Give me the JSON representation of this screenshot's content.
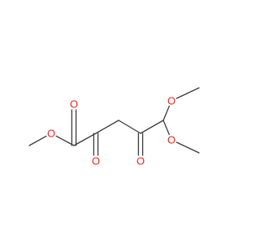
{
  "molecule": {
    "atoms": [
      {
        "id": "c_me1",
        "element": "C",
        "label": ""
      },
      {
        "id": "o_ester",
        "element": "O",
        "label": "O"
      },
      {
        "id": "c1",
        "element": "C",
        "label": ""
      },
      {
        "id": "o1",
        "element": "O",
        "label": "O"
      },
      {
        "id": "c2",
        "element": "C",
        "label": ""
      },
      {
        "id": "o2",
        "element": "O",
        "label": "O"
      },
      {
        "id": "c3",
        "element": "C",
        "label": ""
      },
      {
        "id": "c4",
        "element": "C",
        "label": ""
      },
      {
        "id": "o4",
        "element": "O",
        "label": "O"
      },
      {
        "id": "c5",
        "element": "C",
        "label": ""
      },
      {
        "id": "o5a",
        "element": "O",
        "label": "O"
      },
      {
        "id": "c_me2",
        "element": "C",
        "label": ""
      },
      {
        "id": "o5b",
        "element": "O",
        "label": "O"
      },
      {
        "id": "c_me3",
        "element": "C",
        "label": ""
      }
    ],
    "bonds": [
      {
        "a": "c_me1",
        "b": "o_ester",
        "order": 1
      },
      {
        "a": "o_ester",
        "b": "c1",
        "order": 1
      },
      {
        "a": "c1",
        "b": "o1",
        "order": 2
      },
      {
        "a": "c1",
        "b": "c2",
        "order": 1
      },
      {
        "a": "c2",
        "b": "o2",
        "order": 2
      },
      {
        "a": "c2",
        "b": "c3",
        "order": 1
      },
      {
        "a": "c3",
        "b": "c4",
        "order": 1
      },
      {
        "a": "c4",
        "b": "o4",
        "order": 2
      },
      {
        "a": "c4",
        "b": "c5",
        "order": 1
      },
      {
        "a": "c5",
        "b": "o5a",
        "order": 1
      },
      {
        "a": "o5a",
        "b": "c_me2",
        "order": 1
      },
      {
        "a": "c5",
        "b": "o5b",
        "order": 1
      },
      {
        "a": "o5b",
        "b": "c_me3",
        "order": 1
      }
    ],
    "colors": {
      "bond": "#3a3a3a",
      "oxygen": "#e8271c",
      "background": "#ffffff"
    }
  }
}
